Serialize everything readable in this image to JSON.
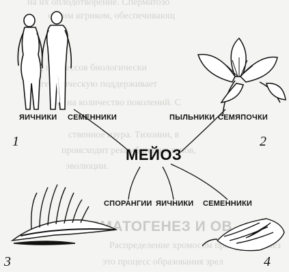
{
  "diagram": {
    "center_label": "МЕЙОЗ",
    "nodes": [
      {
        "number": "1",
        "labels": [
          "ЯИЧНИКИ",
          "СЕМЕННИКИ"
        ],
        "icon": "human-figures"
      },
      {
        "number": "2",
        "labels": [
          "ПЫЛЬНИКИ",
          "СЕМЯПОЧКИ"
        ],
        "icon": "flower"
      },
      {
        "number": "3",
        "labels": [
          "СПОРАНГИИ"
        ],
        "icon": "fern-leaf"
      },
      {
        "number": "4",
        "labels": [
          "ЯИЧНИКИ",
          "СЕМЕННИКИ"
        ],
        "icon": "moss"
      }
    ]
  },
  "background_text": {
    "heading_fragment": "ПЕРМАТОГЕНЕЗ И ОВ",
    "lines": [
      "на их оплодотворение. Сперматозо",
      "одним игриком, обеспечивающ",
      "ы ряд процессов биологически",
      "генетическую  поддерживает",
      "но на количество поколений. С",
      "ственное изура. Тихонин, в",
      "происходит рекомбинация генов,",
      "эволюции.",
      "Распределение хромосом при гаметогенез",
      "это процесс образования зрел"
    ]
  }
}
